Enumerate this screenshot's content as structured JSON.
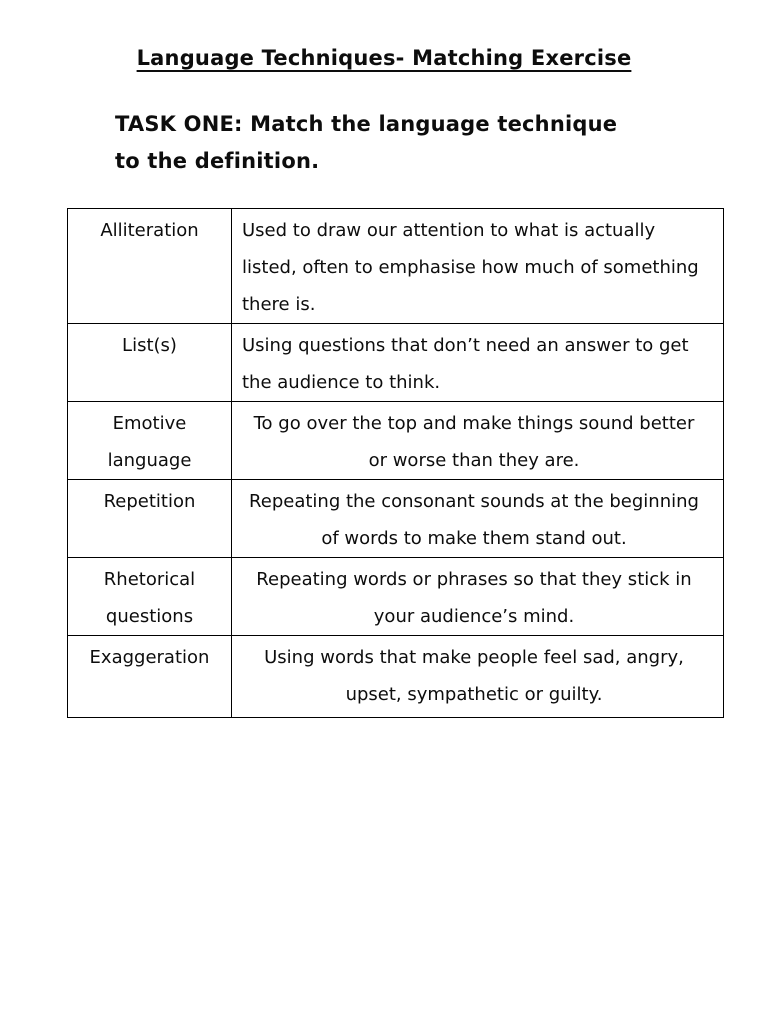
{
  "page": {
    "title": "Language Techniques- Matching Exercise",
    "task_heading": "TASK ONE: Match the language technique to the definition."
  },
  "colors": {
    "text": "#0d0d0d",
    "background": "#ffffff",
    "table_border": "#000000"
  },
  "table": {
    "rows": [
      {
        "technique": "Alliteration",
        "definition": "Used to draw our attention to what is actually listed, often to emphasise how much of something there is."
      },
      {
        "technique": "List(s)",
        "definition": "Using questions that don’t need an answer to get the audience to think."
      },
      {
        "technique": "Emotive language",
        "definition": "To go over the top and make things sound better or worse than they are."
      },
      {
        "technique": "Repetition",
        "definition": "Repeating the consonant sounds at the beginning of words to make them stand out."
      },
      {
        "technique": "Rhetorical questions",
        "definition": "Repeating words or phrases so that they stick in your audience’s mind."
      },
      {
        "technique": "Exaggeration",
        "definition": "Using words that make people feel sad, angry, upset, sympathetic or guilty."
      }
    ]
  }
}
